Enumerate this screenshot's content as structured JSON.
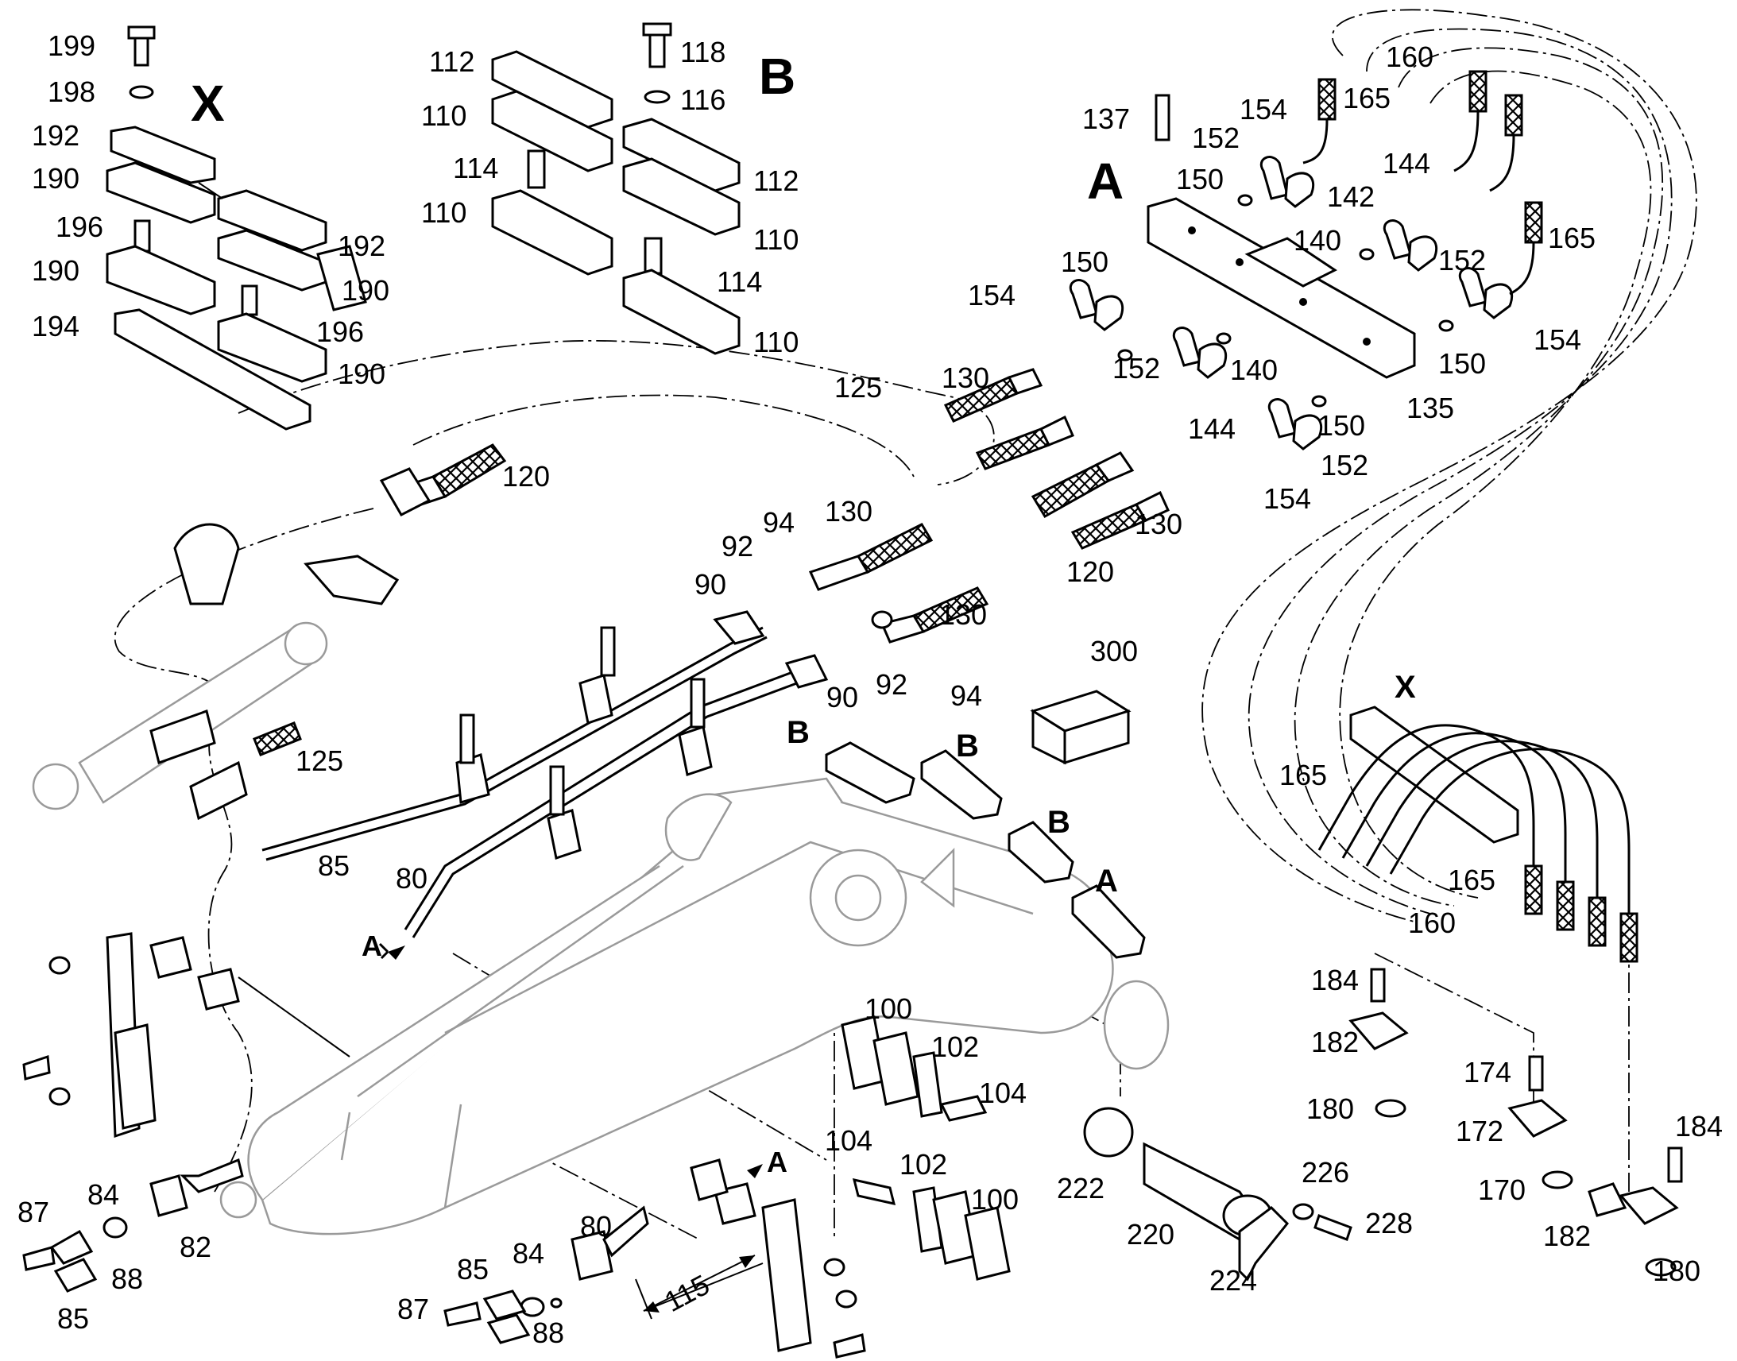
{
  "view_markers": {
    "x_top": "X",
    "b_top": "B",
    "a_top": "A",
    "x_right": "X",
    "b_boom_1": "B",
    "b_boom_2": "B",
    "b_boom_3": "B",
    "a_boom": "A",
    "arrow_a_left": "A",
    "arrow_a_bottom": "A"
  },
  "callouts": {
    "p199": "199",
    "p198": "198",
    "p192a": "192",
    "p190a": "190",
    "p196a": "196",
    "p190b": "190",
    "p194": "194",
    "p192b": "192",
    "p190c": "190",
    "p196b": "196",
    "p190d": "190",
    "p112a": "112",
    "p110a": "110",
    "p114a": "114",
    "p110b": "110",
    "p118": "118",
    "p116": "116",
    "p112b": "112",
    "p110c": "110",
    "p114b": "114",
    "p110d": "110",
    "p137": "137",
    "p160a": "160",
    "p154a": "154",
    "p165a": "165",
    "p152a": "152",
    "p150a": "150",
    "p144a": "144",
    "p142": "142",
    "p140a": "140",
    "p165b": "165",
    "p152b": "152",
    "p154b": "154",
    "p150b": "150",
    "p150c": "150",
    "p154c": "154",
    "p152c": "152",
    "p140b": "140",
    "p135": "135",
    "p144b": "144",
    "p150d": "150",
    "p152d": "152",
    "p154d": "154",
    "p125a": "125",
    "p130a": "130",
    "p120a": "120",
    "p130b": "130",
    "p120b": "120",
    "p92a": "92",
    "p94a": "94",
    "p130c": "130",
    "p90a": "90",
    "p130d": "130",
    "p90b": "90",
    "p92b": "92",
    "p94b": "94",
    "p300": "300",
    "p125b": "125",
    "p85a": "85",
    "p80a": "80",
    "p165c": "165",
    "p165d": "165",
    "p160b": "160",
    "p184a": "184",
    "p182a": "182",
    "p180a": "180",
    "p174": "174",
    "p172": "172",
    "p170": "170",
    "p184b": "184",
    "p182b": "182",
    "p180b": "180",
    "p100a": "100",
    "p102a": "102",
    "p104a": "104",
    "p104b": "104",
    "p102b": "102",
    "p100b": "100",
    "p222": "222",
    "p220": "220",
    "p226": "226",
    "p228": "228",
    "p224": "224",
    "p87a": "87",
    "p84a": "84",
    "p88a": "88",
    "p82": "82",
    "p85b": "85",
    "p80b": "80",
    "p84b": "84",
    "p85c": "85",
    "p87b": "87",
    "p88b": "88",
    "p115": "115"
  }
}
